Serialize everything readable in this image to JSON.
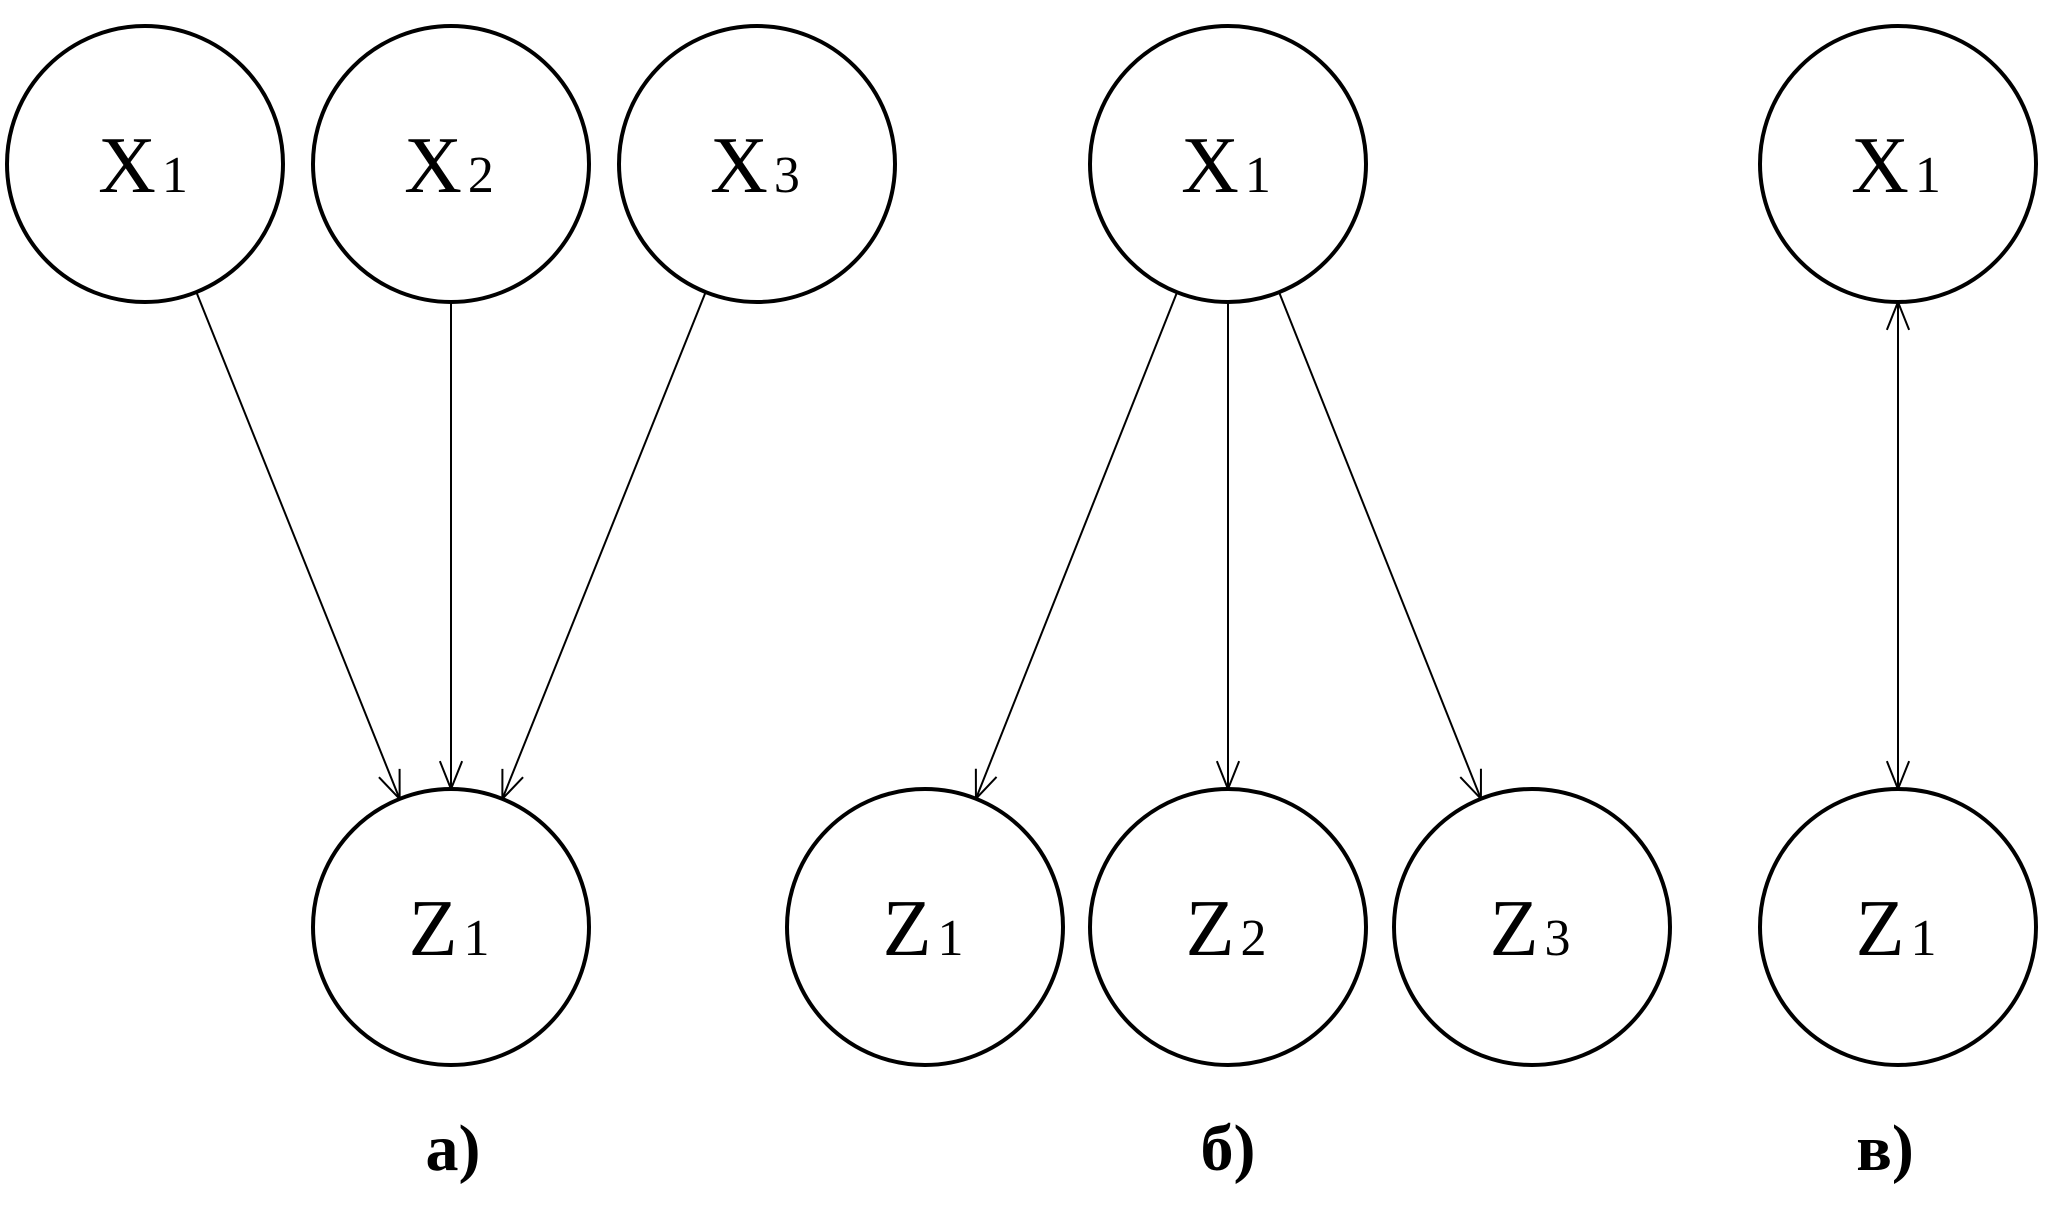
{
  "panels": [
    {
      "caption": "а)",
      "nodes": [
        {
          "letter": "X",
          "sub": "1"
        },
        {
          "letter": "X",
          "sub": "2"
        },
        {
          "letter": "X",
          "sub": "3"
        },
        {
          "letter": "Z",
          "sub": "1"
        }
      ],
      "edges": [
        {
          "from": 0,
          "to": 3,
          "direction": "forward"
        },
        {
          "from": 1,
          "to": 3,
          "direction": "forward"
        },
        {
          "from": 2,
          "to": 3,
          "direction": "forward"
        }
      ]
    },
    {
      "caption": "б)",
      "nodes": [
        {
          "letter": "X",
          "sub": "1"
        },
        {
          "letter": "Z",
          "sub": "1"
        },
        {
          "letter": "Z",
          "sub": "2"
        },
        {
          "letter": "Z",
          "sub": "3"
        }
      ],
      "edges": [
        {
          "from": 0,
          "to": 1,
          "direction": "forward"
        },
        {
          "from": 0,
          "to": 2,
          "direction": "forward"
        },
        {
          "from": 0,
          "to": 3,
          "direction": "forward"
        }
      ]
    },
    {
      "caption": "в)",
      "nodes": [
        {
          "letter": "X",
          "sub": "1"
        },
        {
          "letter": "Z",
          "sub": "1"
        }
      ],
      "edges": [
        {
          "from": 0,
          "to": 1,
          "direction": "both"
        }
      ]
    }
  ]
}
